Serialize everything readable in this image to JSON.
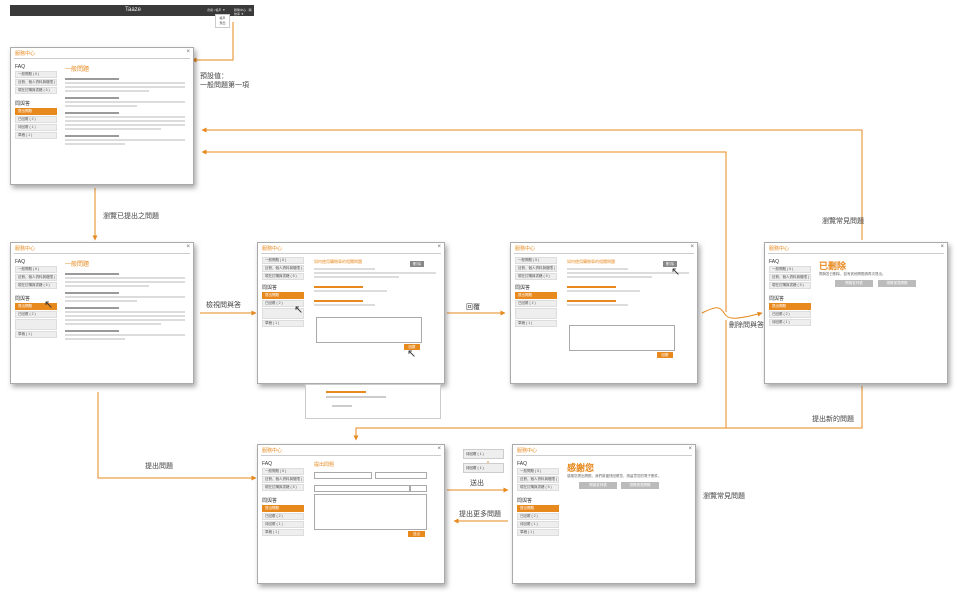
{
  "top_bar": {
    "title": "Taaze",
    "menu_text": "會員 / 帳戶 ▼",
    "links_text": "聯繫中心 · 購物車 ▼"
  },
  "dropdown": {
    "items": [
      "帳戶",
      "登出"
    ]
  },
  "window": {
    "title": "服務中心",
    "close": "×"
  },
  "sidebar": {
    "faq_heading": "FAQ",
    "faq_items": [
      "一般問題 ( 5 )",
      "註冊、個人資料與權限 ( 8 )",
      "現在訂購與書籍 ( 5 )"
    ],
    "qa_heading": "問與答",
    "qa_new": "提出問題",
    "qa_items": [
      "已回覆 ( 2 )",
      "待回覆 ( 1 )",
      "草稿 ( 1 )"
    ]
  },
  "content": {
    "faq_title": "一般問題",
    "qa_title": "如何使用購物車的相關問題",
    "deleted_title": "已刪除",
    "deleted_desc": "問與答已刪除，如有其他問題請再次提出。",
    "new_question_title": "提出問題",
    "thanks_title": "感謝您",
    "thanks_desc": "感謝您提出問題，我們將儘快回覆您，請留意您的電子郵件。",
    "reply_button": "回覆",
    "delete_button": "刪 除",
    "send_button": "送出",
    "qa_list_button": "問與答列表",
    "faq_list_button": "瀏覽常見問題"
  },
  "flow": {
    "preset": "預設值：\n一般問題第一項",
    "browse_submitted": "瀏覽已提出之問題",
    "view_qa": "檢視問與答",
    "reply": "回覆",
    "delete_qa": "刪除問與答",
    "browse_faq": "瀏覽常見問題",
    "browse_faq_2": "瀏覽常見問題",
    "new_question": "提出新的問題",
    "ask": "提出問題",
    "send": "送出",
    "more_questions": "提出更多問題"
  },
  "colors": {
    "accent": "#e8891e",
    "arrow": "#e8891e"
  }
}
